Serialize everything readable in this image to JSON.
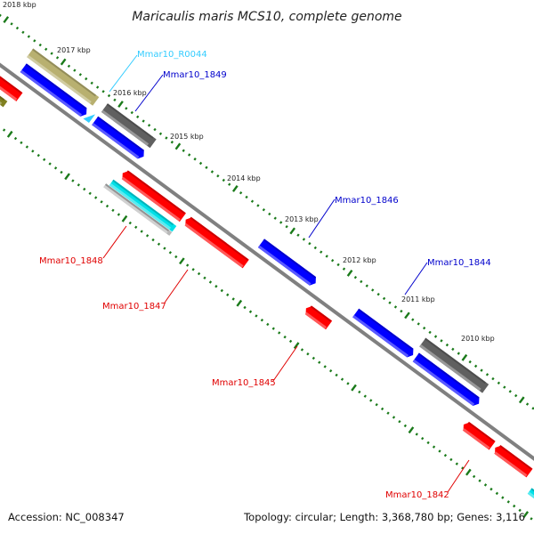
{
  "title": "Maricaulis maris MCS10, complete genome",
  "footer": {
    "accession": "Accession: NC_008347",
    "summary": "Topology: circular; Length: 3,368,780 bp; Genes: 3,116"
  },
  "colors": {
    "backbone": "#808080",
    "tick": "#1a7a1a",
    "cds_forward": "#0000ff",
    "cds_reverse": "#ff0000",
    "rna": "#33ccff",
    "tick_label": "#222222"
  },
  "scale": {
    "unit": "kbp",
    "ticks": [
      {
        "kbp": 2018,
        "label": "2018 kbp"
      },
      {
        "kbp": 2017,
        "label": "2017 kbp"
      },
      {
        "kbp": 2016,
        "label": "2016 kbp"
      },
      {
        "kbp": 2015,
        "label": "2015 kbp"
      },
      {
        "kbp": 2014,
        "label": "2014 kbp"
      },
      {
        "kbp": 2013,
        "label": "2013 kbp"
      },
      {
        "kbp": 2012,
        "label": "2012 kbp"
      },
      {
        "kbp": 2011,
        "label": "2011 kbp"
      },
      {
        "kbp": 2010,
        "label": "2010 kbp"
      }
    ]
  },
  "features": [
    {
      "id": "red-left",
      "start": 2017.95,
      "end": 2017.2,
      "track": "reverse-cds",
      "color": "#ff0000"
    },
    {
      "id": "olive-left",
      "start": 2017.7,
      "end": 2017.3,
      "track": "reverse-other",
      "color": "#808020"
    },
    {
      "id": "blue-a",
      "start": 2017.4,
      "end": 2016.3,
      "track": "forward-cds",
      "color": "#0000ff"
    },
    {
      "id": "olive-a",
      "start": 2017.45,
      "end": 2016.3,
      "track": "forward-other",
      "color": "#b8b070"
    },
    {
      "id": "Mmar10_R0044",
      "start": 2016.3,
      "end": 2016.2,
      "track": "forward-cds",
      "color": "#33ccff"
    },
    {
      "id": "Mmar10_1849",
      "start": 2016.15,
      "end": 2015.3,
      "track": "forward-cds",
      "color": "#0000ff"
    },
    {
      "id": "grey-a",
      "start": 2016.15,
      "end": 2015.3,
      "track": "forward-other",
      "color": "#606060"
    },
    {
      "id": "Mmar10_1848",
      "start": 2015.4,
      "end": 2014.35,
      "track": "reverse-cds",
      "color": "#ff0000"
    },
    {
      "id": "cyan-a",
      "start": 2015.45,
      "end": 2014.35,
      "track": "reverse-other",
      "color": "#00e0e8"
    },
    {
      "id": "lightgrey-a",
      "start": 2015.5,
      "end": 2014.35,
      "track": "reverse-other2",
      "color": "#b8b8b8"
    },
    {
      "id": "Mmar10_1847",
      "start": 2014.3,
      "end": 2013.25,
      "track": "reverse-cds",
      "color": "#ff0000"
    },
    {
      "id": "Mmar10_1846",
      "start": 2013.25,
      "end": 2012.3,
      "track": "forward-cds",
      "color": "#0000ff"
    },
    {
      "id": "Mmar10_1845",
      "start": 2012.2,
      "end": 2011.8,
      "track": "reverse-cds",
      "color": "#ff0000"
    },
    {
      "id": "Mmar10_1844",
      "start": 2011.6,
      "end": 2010.6,
      "track": "forward-cds",
      "color": "#0000ff"
    },
    {
      "id": "grey-b",
      "start": 2010.6,
      "end": 2009.5,
      "track": "forward-other",
      "color": "#606060"
    },
    {
      "id": "blue-b",
      "start": 2010.55,
      "end": 2009.45,
      "track": "forward-cds",
      "color": "#0000ff"
    },
    {
      "id": "red-1843",
      "start": 2009.45,
      "end": 2008.95,
      "track": "reverse-cds",
      "color": "#ff0000"
    },
    {
      "id": "Mmar10_1842",
      "start": 2008.9,
      "end": 2008.3,
      "track": "reverse-cds",
      "color": "#ff0000"
    },
    {
      "id": "cyan-b",
      "start": 2008.15,
      "end": 2007.8,
      "track": "reverse-other",
      "color": "#00e0e8"
    }
  ],
  "gene_labels": [
    {
      "name": "Mmar10_R0044",
      "color": "#33ccff"
    },
    {
      "name": "Mmar10_1849",
      "color": "#0000cc"
    },
    {
      "name": "Mmar10_1848",
      "color": "#e00000"
    },
    {
      "name": "Mmar10_1847",
      "color": "#e00000"
    },
    {
      "name": "Mmar10_1846",
      "color": "#0000cc"
    },
    {
      "name": "Mmar10_1845",
      "color": "#e00000"
    },
    {
      "name": "Mmar10_1844",
      "color": "#0000cc"
    },
    {
      "name": "Mmar10_1842",
      "color": "#e00000"
    }
  ]
}
